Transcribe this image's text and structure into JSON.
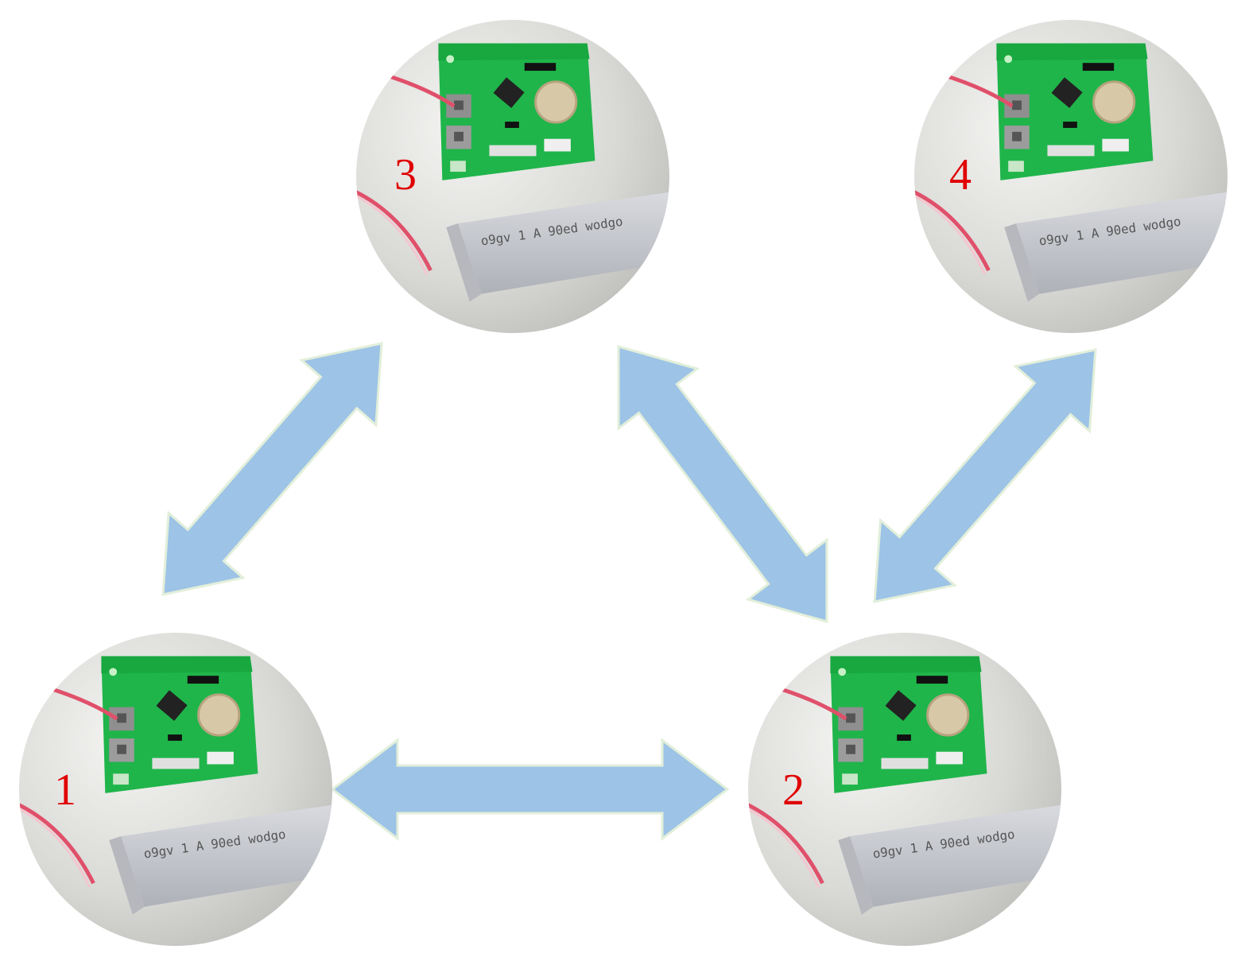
{
  "nodes": [
    {
      "id": "1",
      "label": "1"
    },
    {
      "id": "2",
      "label": "2"
    },
    {
      "id": "3",
      "label": "3"
    },
    {
      "id": "4",
      "label": "4"
    }
  ],
  "edges": [
    {
      "from": "1",
      "to": "3",
      "direction": "bidirectional"
    },
    {
      "from": "3",
      "to": "2",
      "direction": "bidirectional"
    },
    {
      "from": "1",
      "to": "2",
      "direction": "bidirectional"
    },
    {
      "from": "4",
      "to": "2",
      "direction": "bidirectional"
    }
  ],
  "colors": {
    "background": "#ffffff",
    "arrow_fill": "#9dc3e6",
    "arrow_outline": "#e2efda",
    "label": "#e00000",
    "board_pcb": "#1fb54a",
    "board_surface": "#dcdcd8",
    "ribbon_cable": "#c9cbd0",
    "wire": "#e0506a"
  },
  "icons": {
    "node_photo": "circuit-board-photo"
  }
}
